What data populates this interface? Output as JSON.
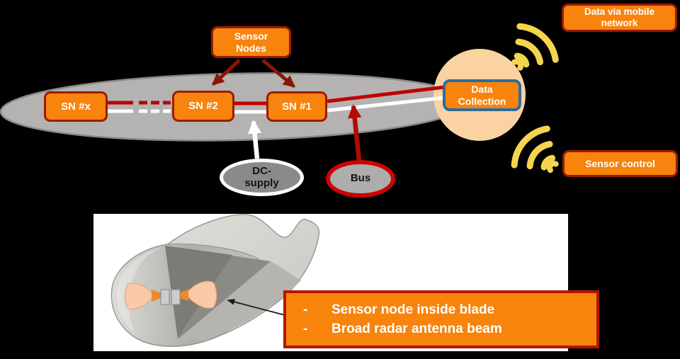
{
  "colors": {
    "background": "#000000",
    "box_orange": "#F8830D",
    "box_border_dark_red": "#9D1A08",
    "callout_border_red": "#B01703",
    "data_collection_border_blue": "#2B6CA3",
    "bus_ellipse_border_red": "#CC0404",
    "bus_line_red": "#C00000",
    "sensor_nodes_arrow_dark_red": "#8B1507",
    "wifi_yellow": "#F5D54E",
    "hub_circle_peach": "#FBD3A3",
    "blade_ellipse_gray": "#B4B3B1",
    "dc_supply_gray": "#8A8A8A",
    "supply_line_white": "#FFFFFF",
    "antenna_beam_peach": "#F9C9A8"
  },
  "top_diagram": {
    "sensor_nodes_label": {
      "line1": "Sensor",
      "line2": "Nodes"
    },
    "sn_nodes": [
      {
        "label": "SN #x"
      },
      {
        "label": "SN #2"
      },
      {
        "label": "SN #1"
      }
    ],
    "data_collection": {
      "line1": "Data",
      "line2": "Collection"
    },
    "dc_supply": {
      "line1": "DC-",
      "line2": "supply"
    },
    "bus": {
      "label": "Bus"
    },
    "mobile_network": {
      "line1": "Data via mobile",
      "line2": "network"
    },
    "sensor_control": {
      "label": "Sensor control"
    }
  },
  "bottom_figure": {
    "bullets": [
      {
        "marker": "-",
        "text": "Sensor node inside blade"
      },
      {
        "marker": "-",
        "text": "Broad radar antenna beam"
      }
    ]
  }
}
